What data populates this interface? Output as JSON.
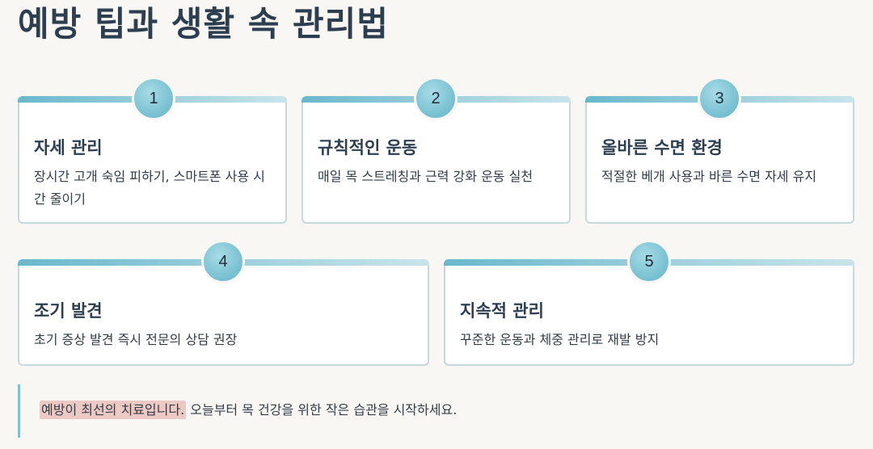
{
  "title": "예방 팁과 생활 속 관리법",
  "cards": [
    {
      "number": "1",
      "title": "자세 관리",
      "desc": "장시간 고개 숙임 피하기, 스마트폰 사용 시간 줄이기"
    },
    {
      "number": "2",
      "title": "규칙적인 운동",
      "desc": "매일 목 스트레칭과 근력 강화 운동 실천"
    },
    {
      "number": "3",
      "title": "올바른 수면 환경",
      "desc": "적절한 베개 사용과 바른 수면 자세 유지"
    },
    {
      "number": "4",
      "title": "조기 발견",
      "desc": "초기 증상 발견 즉시 전문의 상담 권장"
    },
    {
      "number": "5",
      "title": "지속적 관리",
      "desc": "꾸준한 운동과 체중 관리로 재발 방지"
    }
  ],
  "quote": {
    "highlight": "예방이 최선의 치료입니다.",
    "text": " 오늘부터 목 건강을 위한 작은 습관을 시작하세요."
  },
  "colors": {
    "accent": "#7cc3d4",
    "highlight": "#ecc9c4",
    "background": "#f9f7f3"
  }
}
